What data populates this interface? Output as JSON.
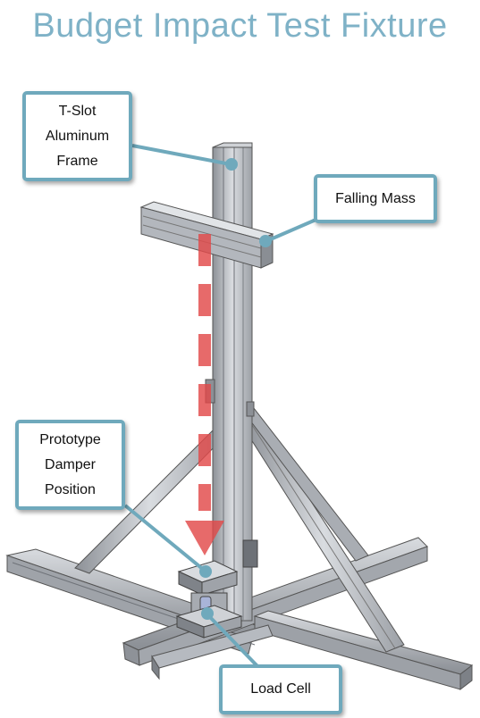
{
  "title": "Budget Impact Test Fixture",
  "callouts": {
    "frame": "T-Slot\nAluminum\nFrame",
    "mass": "Falling Mass",
    "damper": "Prototype\nDamper\nPosition",
    "loadcell": "Load Cell"
  },
  "colors": {
    "title": "#7fb2c7",
    "callout_border": "#6fa9bc",
    "leader_line": "#6fa9bc",
    "arrow": "#e24a4a",
    "aluminum": "#b8bcc2"
  }
}
